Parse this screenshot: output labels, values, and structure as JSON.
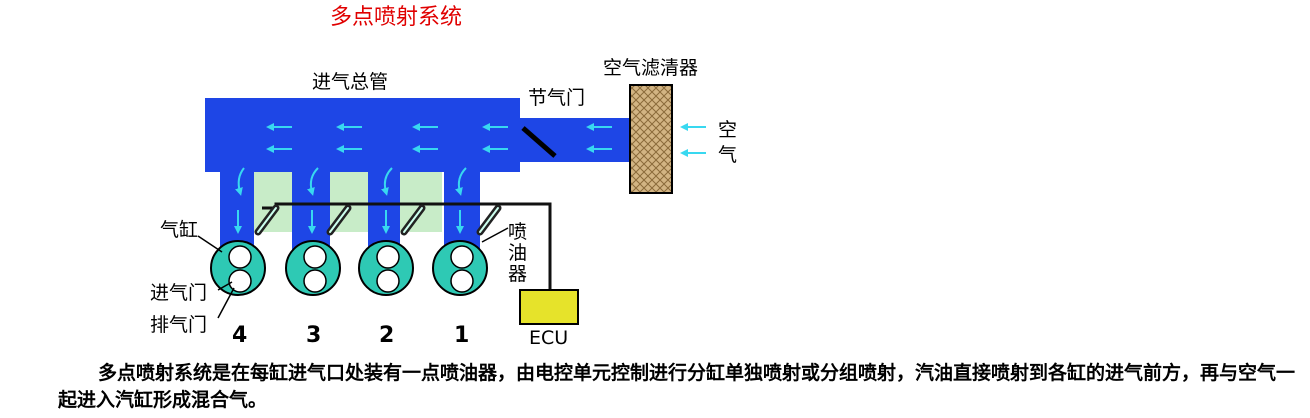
{
  "title": "多点喷射系统",
  "labels": {
    "intake_manifold": "进气总管",
    "throttle": "节气门",
    "air_filter": "空气滤清器",
    "air_line1": "空",
    "air_line2": "气",
    "cylinder": "气缸",
    "intake_valve": "进气门",
    "exhaust_valve": "排气门",
    "injector_1": "喷",
    "injector_2": "油",
    "injector_3": "器",
    "ecu": "ECU"
  },
  "cylinders": [
    {
      "number": "4"
    },
    {
      "number": "3"
    },
    {
      "number": "2"
    },
    {
      "number": "1"
    }
  ],
  "caption": "多点喷射系统是在每缸进气口处装有一点喷油器，由电控单元控制进行分缸单独喷射或分组喷射，汽油直接喷射到各缸的进气前方，再与空气一起进入汽缸形成混合气。",
  "colors": {
    "manifold": "#1e46e6",
    "arrow": "#38d8f0",
    "green_gap": "#c8ecc8",
    "filter": "#d2b483",
    "ecu": "#e6e32a",
    "cylinder": "#2ec9b4",
    "title": "#e00000"
  }
}
